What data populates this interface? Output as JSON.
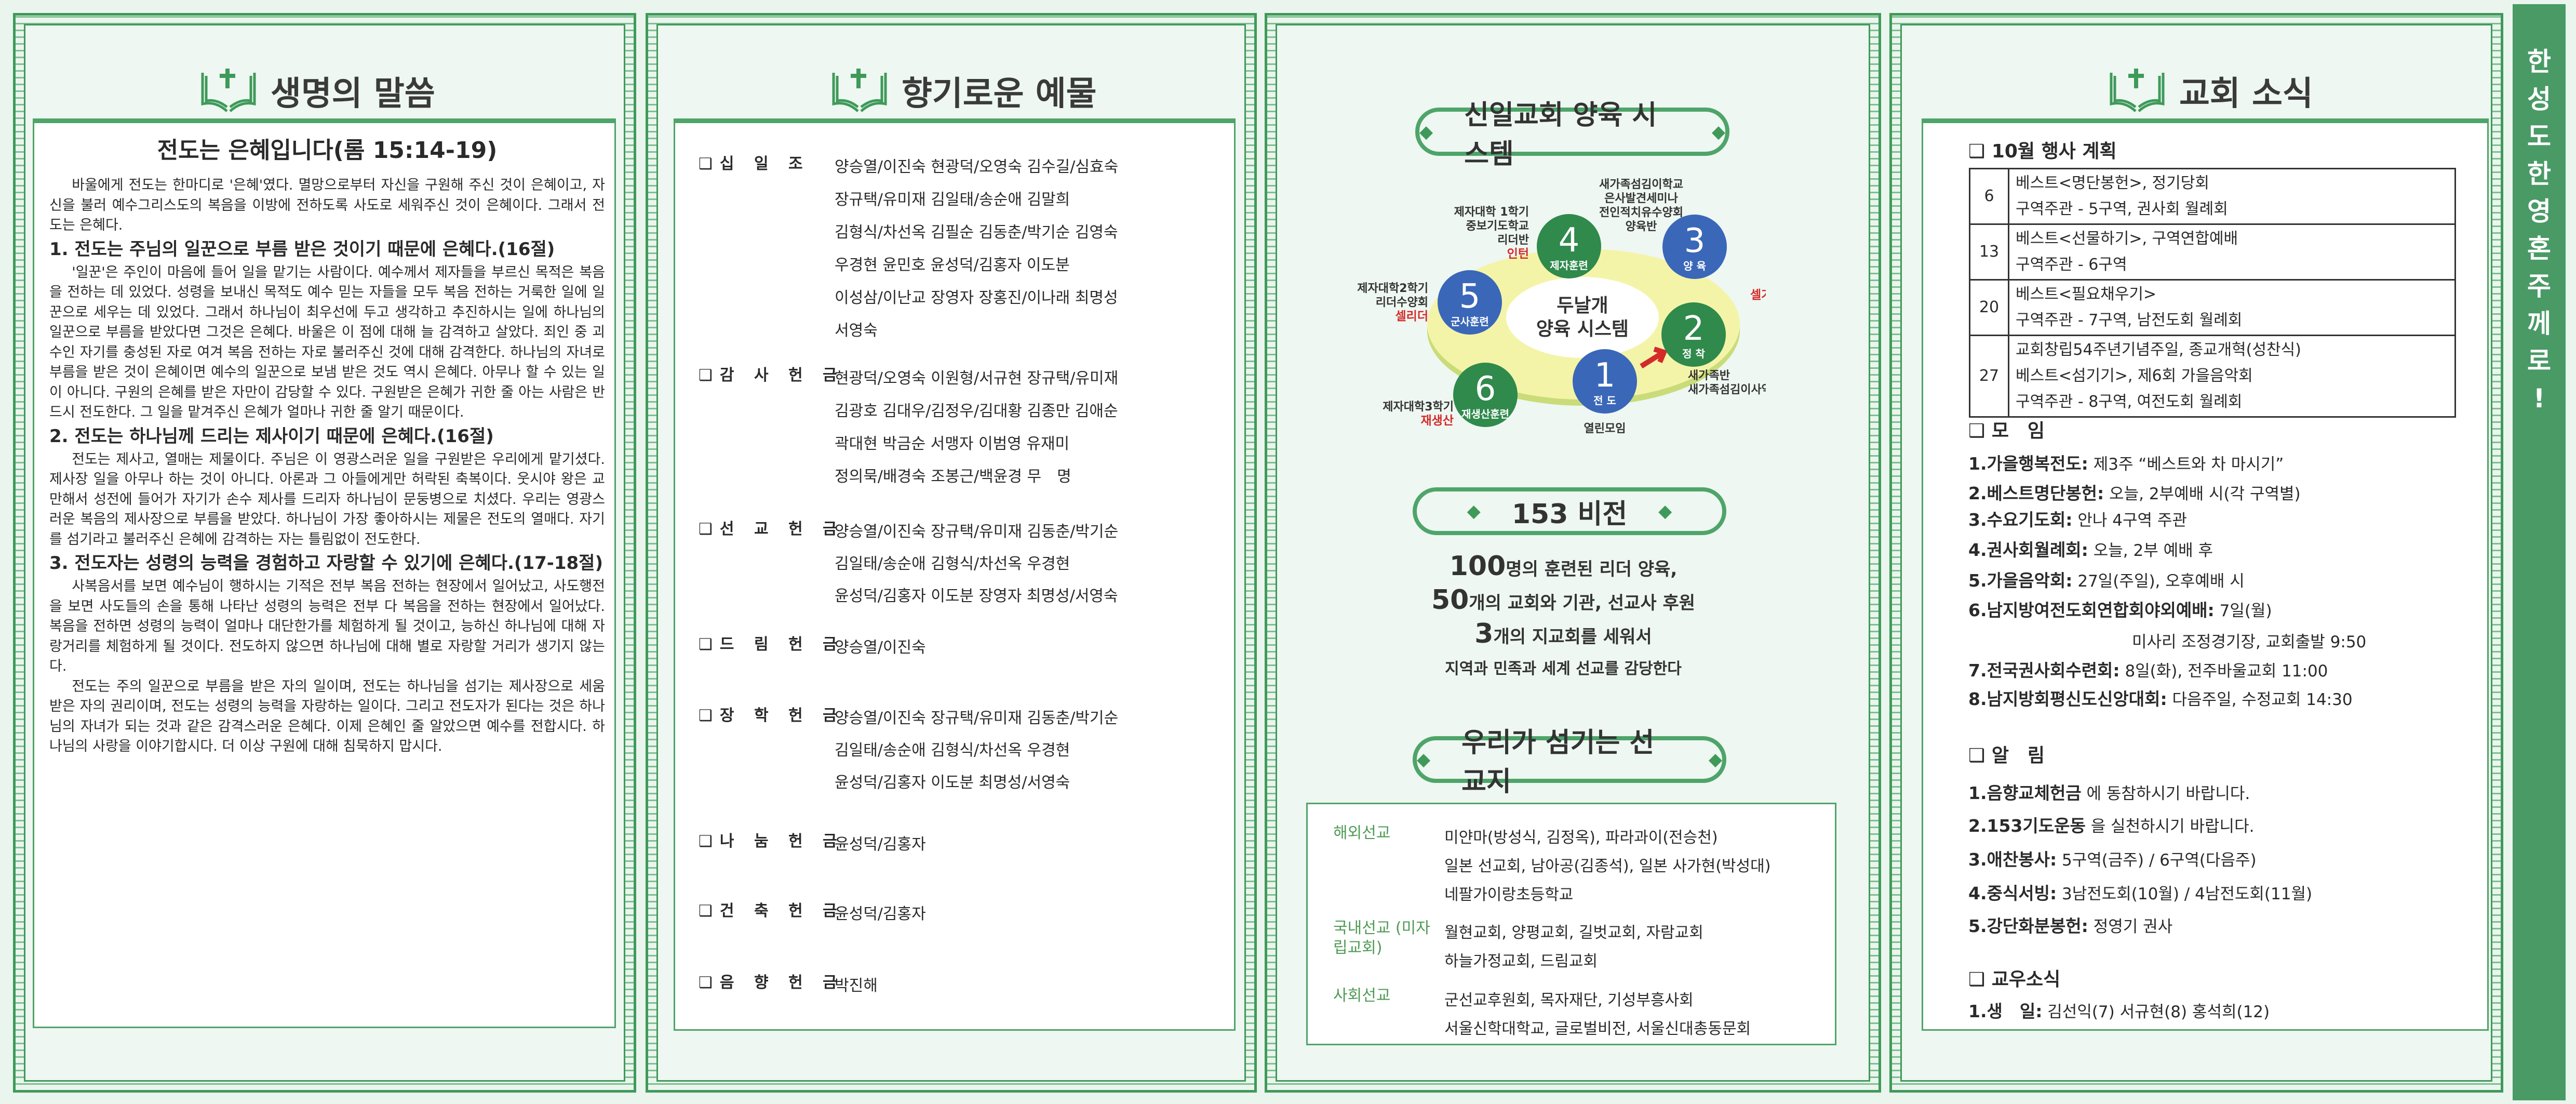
{
  "panel1": {
    "header": "생명의 말씀",
    "title": "전도는 은혜입니다(롬 15:14-19)",
    "blocks": [
      {
        "type": "p",
        "text": "바울에게 전도는 한마디로 '은혜'였다. 멸망으로부터 자신을 구원해 주신 것이 은혜이고, 자신을 불러 예수그리스도의 복음을 이방에 전하도록 사도로 세워주신 것이 은혜이다. 그래서 전도는 은혜다."
      },
      {
        "type": "h",
        "text": "1. 전도는 주님의 일꾼으로 부름 받은 것이기 때문에 은혜다.(16절)"
      },
      {
        "type": "p",
        "text": "'일꾼'은 주인이 마음에 들어 일을 맡기는 사람이다. 예수께서 제자들을 부르신 목적은 복음을 전하는 데 있었다. 성령을 보내신 목적도 예수 믿는 자들을 모두 복음 전하는 거룩한 일에 일꾼으로 세우는 데 있었다. 그래서 하나님이 최우선에 두고 생각하고 추진하시는 일에 하나님의 일꾼으로 부름을 받았다면 그것은 은혜다. 바울은 이 점에 대해 늘 감격하고 살았다. 죄인 중 괴수인 자기를 충성된 자로 여겨 복음 전하는 자로 불러주신 것에 대해 감격한다. 하나님의 자녀로 부름을 받은 것이 은혜이면 예수의 일꾼으로 보냄 받은 것도 역시 은혜다. 아무나 할 수 있는 일이 아니다. 구원의 은혜를 받은 자만이 감당할 수 있다. 구원받은 은혜가 귀한 줄 아는 사람은 반드시 전도한다. 그 일을 맡겨주신 은혜가 얼마나 귀한 줄 알기 때문이다."
      },
      {
        "type": "h",
        "text": "2. 전도는 하나님께 드리는 제사이기 때문에 은혜다.(16절)"
      },
      {
        "type": "p",
        "text": "전도는 제사고, 열매는 제물이다. 주님은 이 영광스러운 일을 구원받은 우리에게 맡기셨다. 제사장 일을 아무나 하는 것이 아니다. 아론과 그 아들에게만 허락된 축복이다. 웃시야 왕은 교만해서 성전에 들어가 자기가 손수 제사를 드리자 하나님이 문둥병으로 치셨다. 우리는 영광스러운 복음의 제사장으로 부름을 받았다. 하나님이 가장 좋아하시는 제물은 전도의 열매다. 자기를 섬기라고 불러주신 은혜에 감격하는 자는 틀림없이 전도한다."
      },
      {
        "type": "h",
        "text": "3. 전도자는 성령의 능력을 경험하고 자랑할 수 있기에 은혜다.(17-18절)"
      },
      {
        "type": "p",
        "text": "사복음서를 보면 예수님이 행하시는 기적은 전부 복음 전하는 현장에서 일어났고, 사도행전을 보면 사도들의 손을 통해 나타난 성령의 능력은 전부 다 복음을 전하는 현장에서 일어났다. 복음을 전하면 성령의 능력이 얼마나 대단한가를 체험하게 될 것이고, 능하신 하나님에 대해 자랑거리를 체험하게 될 것이다. 전도하지 않으면 하나님에 대해 별로 자랑할 거리가 생기지 않는다."
      },
      {
        "type": "p",
        "text": "전도는 주의 일꾼으로 부름을 받은 자의 일이며, 전도는 하나님을 섬기는 제사장으로 세움 받은 자의 권리이며, 전도는 성령의 능력을 자랑하는 일이다. 그리고 전도자가 된다는 것은 하나님의 자녀가 되는 것과 같은 감격스러운 은혜다. 이제 은혜인 줄 알았으면 예수를 전합시다. 하나님의 사랑을 이야기합시다. 더 이상 구원에 대해 침묵하지 맙시다."
      }
    ]
  },
  "panel2": {
    "header": "향기로운 예물",
    "offerings": [
      {
        "label": "십 일 조",
        "names": [
          "양승열/이진숙 현광덕/오영숙 김수길/심효숙",
          "장규택/유미재 김일태/송순애 김말희",
          "김형식/차선옥 김필순 김동춘/박기순 김영숙",
          "우경현 윤민호 윤성덕/김홍자 이도분",
          "이성삼/이난교 장영자 장홍진/이나래 최명성",
          "서영숙"
        ]
      },
      {
        "label": "감 사 헌 금",
        "names": [
          "현광덕/오영숙 이원형/서규현 장규택/유미재",
          "김광호 김대우/김정우/김대황 김종만 김애순",
          "곽대현 박금순 서맹자 이범영 유재미",
          "정의묵/배경숙 조봉근/백윤경 무　명"
        ]
      },
      {
        "label": "선 교 헌 금",
        "names": [
          "양승열/이진숙 장규택/유미재 김동춘/박기순",
          "김일태/송순애 김형식/차선옥 우경현",
          "윤성덕/김홍자 이도분 장영자 최명성/서영숙"
        ]
      },
      {
        "label": "드 림 헌 금",
        "names": [
          "양승열/이진숙"
        ]
      },
      {
        "label": "장 학 헌 금",
        "names": [
          "양승열/이진숙 장규택/유미재 김동춘/박기순",
          "김일태/송순애 김형식/차선옥 우경현",
          "윤성덕/김홍자 이도분 최명성/서영숙"
        ]
      },
      {
        "label": "나 눔 헌 금",
        "names": [
          "윤성덕/김홍자"
        ]
      },
      {
        "label": "건 축 헌 금",
        "names": [
          "윤성덕/김홍자"
        ]
      },
      {
        "label": "음 향 헌 금",
        "names": [
          "박진해"
        ]
      }
    ]
  },
  "panel3": {
    "system_title": "신일교회 양육 시스템",
    "center": [
      "두날개",
      "양육 시스템"
    ],
    "steps": [
      {
        "num": "1",
        "name": "전 도",
        "color": "#3a67b8",
        "note": [
          "열린모임"
        ],
        "accent": ""
      },
      {
        "num": "2",
        "name": "정 착",
        "color": "#2f8a4c",
        "note": [
          "새가족반",
          "새가족섬김이사역"
        ],
        "accent": "셀가족"
      },
      {
        "num": "3",
        "name": "양 육",
        "color": "#3a67b8",
        "note": [
          "새가족섬김이학교",
          "은사발견세미나",
          "전인적치유수양회",
          "양육반"
        ],
        "accent": ""
      },
      {
        "num": "4",
        "name": "제자훈련",
        "color": "#2f8a4c",
        "note": [
          "제자대학 1학기",
          "중보기도학교",
          "리더반"
        ],
        "accent": "인턴"
      },
      {
        "num": "5",
        "name": "군사훈련",
        "color": "#3a67b8",
        "note": [
          "제자대학2학기",
          "리더수양회"
        ],
        "accent": "셀리더"
      },
      {
        "num": "6",
        "name": "재생산훈련",
        "color": "#2f8a4c",
        "note": [
          "제자대학3학기"
        ],
        "accent": "재생산"
      }
    ],
    "vision_title": "153 비전",
    "vision": [
      {
        "num": "100",
        "text": "명의 훈련된 리더 양육,"
      },
      {
        "num": "50",
        "text": "개의 교회와 기관, 선교사 후원"
      },
      {
        "num": "3",
        "text": "개의 지교회를 세워서"
      },
      {
        "num": "",
        "text": "지역과 민족과 세계 선교를 감당한다"
      }
    ],
    "mission_title": "우리가 섬기는 선교지",
    "missions": [
      {
        "label": "해외선교",
        "names": [
          "미얀마(방성식, 김정옥), 파라과이(전승천)",
          "일본 선교회, 남아공(김종석), 일본 사가현(박성대)",
          "네팔가이랑초등학교"
        ]
      },
      {
        "label": "국내선교 (미자립교회)",
        "names": [
          "월현교회, 양평교회, 길벗교회, 자람교회",
          "하늘가정교회, 드림교회"
        ]
      },
      {
        "label": "사회선교",
        "names": [
          "군선교후원회, 목자재단, 기성부흥사회",
          "서울신학대학교, 글로벌비전, 서울신대총동문회"
        ]
      }
    ]
  },
  "panel4": {
    "header": "교회 소식",
    "events_title": "10월 행사 계획",
    "events": [
      {
        "day": "6",
        "lines": [
          "베스트<명단봉헌>, 정기당회",
          "구역주관 - 5구역, 권사회 월례회"
        ]
      },
      {
        "day": "13",
        "lines": [
          "베스트<선물하기>, 구역연합예배",
          "구역주관 - 6구역"
        ]
      },
      {
        "day": "20",
        "lines": [
          "베스트<필요채우기>",
          "구역주관 - 7구역, 남전도회 월례회"
        ]
      },
      {
        "day": "27",
        "lines": [
          "교회창립54주년기념주일, 종교개혁(성찬식)",
          "베스트<섬기기>, 제6회 가을음악회",
          "구역주관 - 8구역, 여전도회 월례회"
        ]
      }
    ],
    "meetings_title": "모　임",
    "meetings": [
      {
        "k": "1.가을행복전도:",
        "v": "제3주 “베스트와 차 마시기”"
      },
      {
        "k": "2.베스트명단봉헌:",
        "v": "오늘, 2부예배 시(각 구역별)"
      },
      {
        "k": "3.수요기도회:",
        "v": "안나 4구역 주관"
      },
      {
        "k": "4.권사회월례회:",
        "v": "오늘, 2부 예배 후"
      },
      {
        "k": "5.가을음악회:",
        "v": "27일(주일), 오후예배 시"
      },
      {
        "k": "6.남지방여전도회연합회야외예배:",
        "v": "7일(월)"
      },
      {
        "k": "",
        "v": "미사리 조정경기장, 교회출발 9:50"
      },
      {
        "k": "7.전국권사회수련회:",
        "v": "8일(화), 전주바울교회 11:00"
      },
      {
        "k": "8.남지방회평신도신앙대회:",
        "v": "다음주일, 수정교회 14:30"
      }
    ],
    "notices_title": "알　림",
    "notices": [
      {
        "k": "1.음향교체헌금",
        "v": "에 동참하시기 바랍니다."
      },
      {
        "k": "2.153기도운동",
        "v": "을 실천하시기 바랍니다."
      },
      {
        "k": "3.애찬봉사:",
        "v": "5구역(금주) / 6구역(다음주)"
      },
      {
        "k": "4.중식서빙:",
        "v": "3남전도회(10월) / 4남전도회(11월)"
      },
      {
        "k": "5.강단화분봉헌:",
        "v": "정영기 권사"
      }
    ],
    "members_title": "교우소식",
    "members": [
      {
        "k": "1.생　일:",
        "v": "김선익(7) 서규현(8) 홍석희(12)"
      }
    ]
  },
  "slogan": [
    "한",
    "성",
    "도",
    "한",
    "영",
    "혼",
    "주",
    "께",
    "로",
    "!"
  ],
  "colors": {
    "green": "#3f9a5a",
    "strip": "#4a9a66",
    "paper": "#eaf5ee",
    "accent_red": "#d42a2a"
  }
}
